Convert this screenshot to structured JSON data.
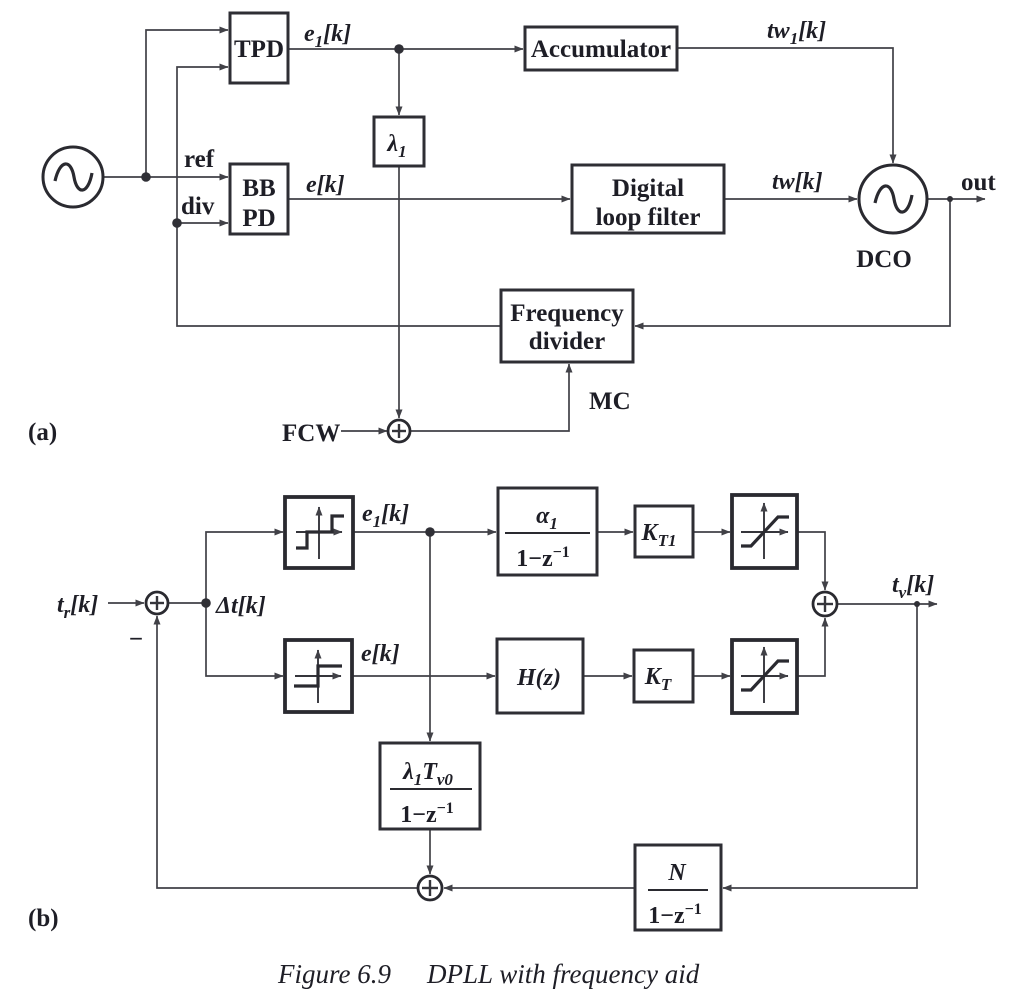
{
  "figure": {
    "caption_prefix": "Figure 6.9",
    "caption_text": "DPLL with frequency aid",
    "part_a_label": "(a)",
    "part_b_label": "(b)"
  },
  "colors": {
    "ink": "#1e1e26",
    "block_border": "#2e2e34",
    "wire": "#414147",
    "background": "#ffffff"
  },
  "icons": {
    "oscillator": "sine-wave-in-circle",
    "dco": "sine-wave-in-circle",
    "summing_junction": "circled-plus",
    "tpd_quantizer": "multilevel-staircase-curve",
    "bbpd_quantizer": "binary-step-curve",
    "limiter": "saturation-curve"
  },
  "part_a": {
    "blocks": {
      "tpd": "TPD",
      "bb": "BB",
      "pd": "PD",
      "accumulator": "Accumulator",
      "dlf1": "Digital",
      "dlf2": "loop filter",
      "fd1": "Frequency",
      "fd2": "divider",
      "lambda_main": "λ",
      "lambda_sub": "1",
      "dco": "DCO"
    },
    "signals": {
      "ref": "ref",
      "div": "div",
      "out": "out",
      "fcw": "FCW",
      "mc": "MC",
      "e1_main": "e",
      "e1_sub": "1",
      "e1_rest": "[k]",
      "e": "e[k]",
      "tw1_main": "tw",
      "tw1_sub": "1",
      "tw1_rest": "[k]",
      "tw": "tw[k]"
    }
  },
  "part_b": {
    "blocks": {
      "alpha_main": "α",
      "alpha_sub": "1",
      "den_pre": "1−z",
      "den_sup": "−1",
      "kt1_main": "K",
      "kt1_sub": "T1",
      "kt_main": "K",
      "kt_sub": "T",
      "hz": "H(z)",
      "lam_l": "λ",
      "lam_l_sub": "1",
      "lam_t": "T",
      "lam_t_sub": "v0",
      "n": "N"
    },
    "signals": {
      "tr_main": "t",
      "tr_sub": "r",
      "tr_rest": "[k]",
      "dt": "Δt[k]",
      "e1_main": "e",
      "e1_sub": "1",
      "e1_rest": "[k]",
      "e": "e[k]",
      "tv_main": "t",
      "tv_sub": "v",
      "tv_rest": "[k]",
      "minus": "−"
    }
  }
}
